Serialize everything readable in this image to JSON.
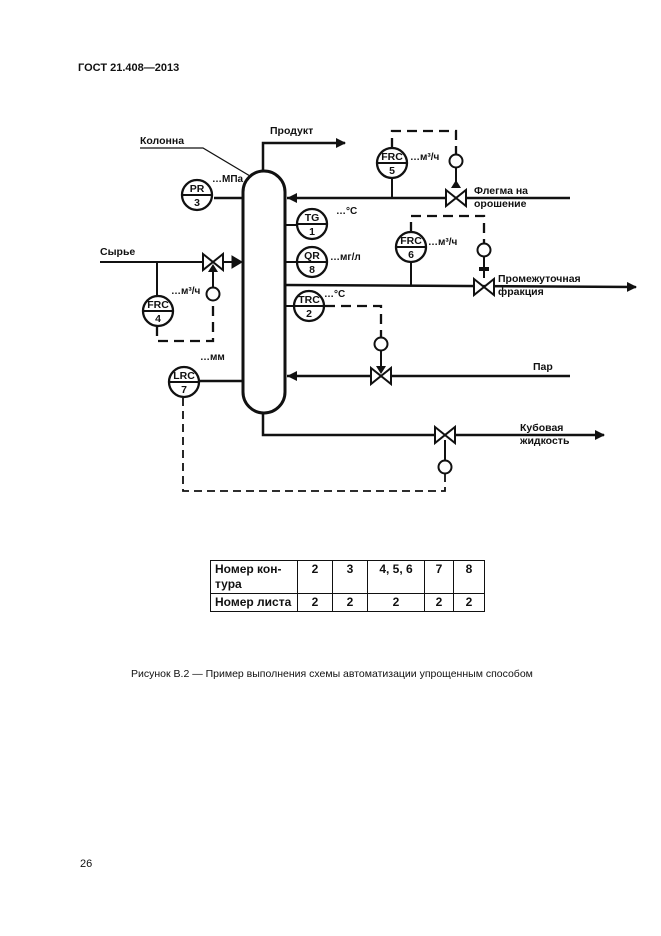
{
  "header": {
    "standard": "ГОСТ 21.408—2013"
  },
  "diagram": {
    "labels": {
      "column": "Колонна",
      "product": "Продукт",
      "feed": "Сырье",
      "reflux_line1": "Флегма на",
      "reflux_line2": "орошение",
      "intermediate_line1": "Промежуточная",
      "intermediate_line2": "фракция",
      "steam": "Пар",
      "bottoms_line1": "Кубовая",
      "bottoms_line2": "жидкость"
    },
    "instruments": [
      {
        "id": "PR3",
        "tag": "PR",
        "num": "3",
        "unit": "…МПа"
      },
      {
        "id": "TG1",
        "tag": "TG",
        "num": "1",
        "unit": "…°C"
      },
      {
        "id": "QR8",
        "tag": "QR",
        "num": "8",
        "unit": "…мг/л"
      },
      {
        "id": "TRC2",
        "tag": "TRC",
        "num": "2",
        "unit": "…°C"
      },
      {
        "id": "FRC4",
        "tag": "FRC",
        "num": "4",
        "unit": "…м³/ч"
      },
      {
        "id": "FRC5",
        "tag": "FRC",
        "num": "5",
        "unit": "…м³/ч"
      },
      {
        "id": "FRC6",
        "tag": "FRC",
        "num": "6",
        "unit": "…м³/ч"
      },
      {
        "id": "LRC7",
        "tag": "LRC",
        "num": "7",
        "unit": "…мм"
      }
    ]
  },
  "table": {
    "row_headers": [
      "Номер кон-тура",
      "Номер листа"
    ],
    "contour_numbers": [
      "2",
      "3",
      "4, 5, 6",
      "7",
      "8"
    ],
    "sheet_numbers": [
      "2",
      "2",
      "2",
      "2",
      "2"
    ]
  },
  "caption": "Рисунок В.2 —  Пример выполнения схемы автоматизации упрощенным способом",
  "page_number": "26"
}
